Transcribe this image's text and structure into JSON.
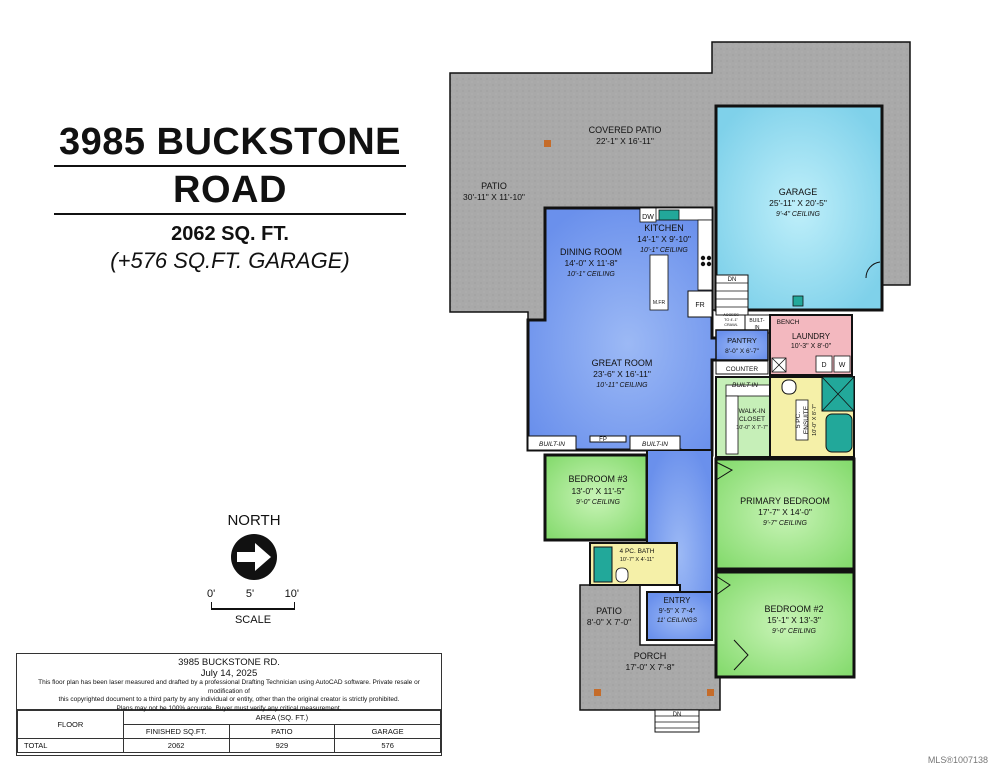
{
  "header": {
    "address_line1": "3985 BUCKSTONE",
    "address_line2": "ROAD",
    "sqft": "2062 SQ. FT.",
    "garage_sqft": "(+576 SQ.FT. GARAGE)"
  },
  "compass": {
    "label": "NORTH"
  },
  "scale": {
    "ticks": [
      "0'",
      "5'",
      "10'"
    ],
    "label": "SCALE"
  },
  "rooms": {
    "covered_patio": {
      "name": "COVERED PATIO",
      "dims": "22'-1\" X 16'-11\""
    },
    "patio_main": {
      "name": "PATIO",
      "dims": "30'-11\" X 11'-10\""
    },
    "garage": {
      "name": "GARAGE",
      "dims": "25'-11\" X 20'-5\"",
      "ceiling": "9'-4\" CEILING"
    },
    "kitchen": {
      "name": "KITCHEN",
      "dims": "14'-1\" X 9'-10\"",
      "ceiling": "10'-1\" CEILING"
    },
    "dining": {
      "name": "DINING ROOM",
      "dims": "14'-0\" X 11'-8\"",
      "ceiling": "10'-1\" CEILING"
    },
    "great_room": {
      "name": "GREAT ROOM",
      "dims": "23'-6\" X 16'-11\"",
      "ceiling": "10'-11\" CEILING"
    },
    "pantry": {
      "name": "PANTRY",
      "dims": "8'-0\" X 6'-7\""
    },
    "laundry": {
      "name": "LAUNDRY",
      "dims": "10'-3\" X 8'-0\""
    },
    "walkin": {
      "name1": "WALK-IN",
      "name2": "CLOSET",
      "dims": "10'-0\" X 7'-7\""
    },
    "ensuite": {
      "name1": "5 PC.",
      "name2": "ENSUITE",
      "dims": "10'-0\" X 8'-7\""
    },
    "primary": {
      "name": "PRIMARY BEDROOM",
      "dims": "17'-7\" X 14'-0\"",
      "ceiling": "9'-7\" CEILING"
    },
    "bedroom3": {
      "name": "BEDROOM #3",
      "dims": "13'-0\" X 11'-5\"",
      "ceiling": "9'-0\" CEILING"
    },
    "bath4": {
      "name": "4 PC. BATH",
      "dims": "10'-7\" X 4'-11\""
    },
    "entry": {
      "name": "ENTRY",
      "dims": "9'-5\" X 7'-4\"",
      "ceiling": "11' CEILINGS"
    },
    "bedroom2": {
      "name": "BEDROOM #2",
      "dims": "15'-1\" X 13'-3\"",
      "ceiling": "9'-0\" CEILING"
    },
    "patio_small": {
      "name": "PATIO",
      "dims": "8'-0\" X 7'-0\""
    },
    "porch": {
      "name": "PORCH",
      "dims": "17'-0\" X 7'-8\""
    }
  },
  "fixtures": {
    "dw": "DW",
    "fr": "FR",
    "mfr": "M.FR",
    "dn_stair": "DN",
    "dn_porch": "DN",
    "crawl1": "ACCESS",
    "crawl2": "TO 4'-1\"",
    "crawl3": "CRAWL",
    "builtin_top": "BUILT-",
    "builtin_bottom": "IN",
    "bench": "BENCH",
    "counter": "COUNTER",
    "builtin_closet": "BUILT-IN",
    "builtin_left": "BUILT-IN",
    "fp": "FP",
    "builtin_right": "BUILT-IN",
    "dryer": "D",
    "washer": "W"
  },
  "info": {
    "address": "3985 BUCKSTONE RD.",
    "date": "July 14, 2025",
    "disclaimer1": "This floor plan has been laser measured and drafted by a professional Drafting Technician using AutoCAD software. Private resale or modification of",
    "disclaimer2": "this copyrighted document to a third party by any individual or entity, other than the original creator is strictly prohibited.",
    "disclaimer3": "Plans may not be 100% accurate.  Buyer must verify any critical measurement.",
    "area_header": "AREA (SQ. FT.)",
    "col_floor": "FLOOR",
    "col_finished": "FINISHED SQ.FT.",
    "col_patio": "PATIO",
    "col_garage": "GARAGE",
    "row_label": "TOTAL",
    "row_finished": "2062",
    "row_patio": "929",
    "row_garage": "576"
  },
  "mls": "MLS®1007138",
  "colors": {
    "patio": "#a8a8a8",
    "garage": "#8fd8ee",
    "living": "#6f95ee",
    "bedroom": "#9ee58a",
    "laundry": "#f3b8bf",
    "bath": "#f5f0a8",
    "walkin": "#c6efb8",
    "fixture": "#22a89a"
  }
}
